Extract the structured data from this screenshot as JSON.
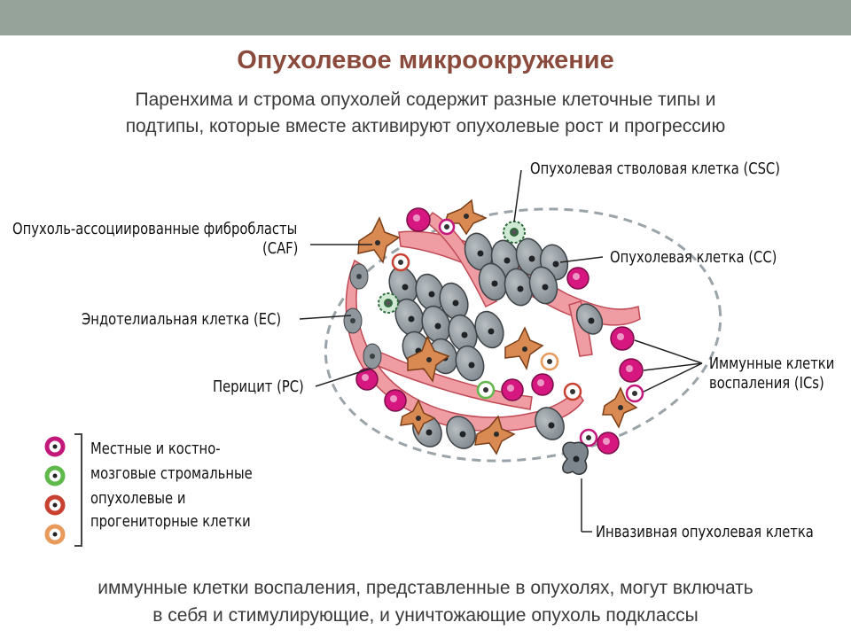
{
  "slide": {
    "title": "Опухолевое микроокружение",
    "subtitle_line1": "Паренхима и строма опухолей содержит разные клеточные типы и",
    "subtitle_line2": "подтипы, которые вместе активируют опухолевые рост и прогрессию",
    "footer_line1": "иммунные клетки воспаления, представленные в опухолях, могут включать",
    "footer_line2": "в себя и стимулирующие, и уничтожающие опухоль подклассы"
  },
  "labels": {
    "csc": "Опухолевая стволовая клетка (CSC)",
    "caf_line1": "Опухоль-ассоциированные фибробласты",
    "caf_line2": "(CAF)",
    "cc": "Опухолевая клетка (CC)",
    "ec": "Эндотелиальная клетка (EC)",
    "ics_line1": "Иммунные клетки",
    "ics_line2": "воспаления (ICs)",
    "pc": "Перицит (PC)",
    "legend_line1": "Местные и костно-",
    "legend_line2": "мозговые стромальные",
    "legend_line3": "опухолевые и",
    "legend_line4": "прогениторные клетки",
    "invasive": "Инвазивная опухолевая клетка"
  },
  "colors": {
    "title": "#8a4a3c",
    "topbar": "#95a39a",
    "tumor_cell": "#8f979c",
    "vessel": "#e88f95",
    "immune_cell": "#d6177f",
    "fibroblast": "#d98a52",
    "legend_magenta": "#c2187a",
    "legend_green": "#5fb84a",
    "legend_red": "#c8402f",
    "legend_orange": "#e89a5a"
  }
}
